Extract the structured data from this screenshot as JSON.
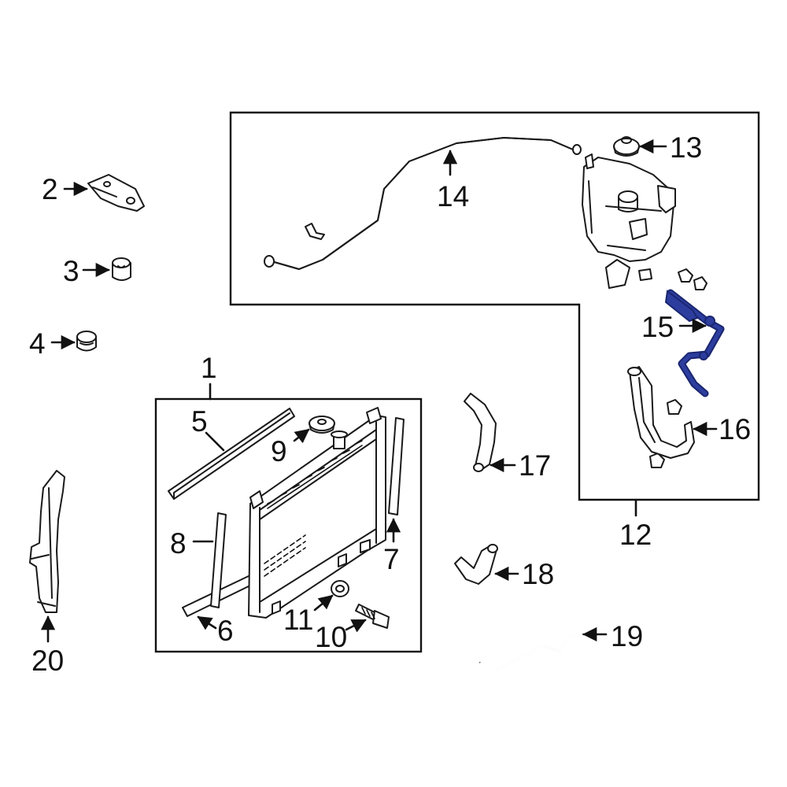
{
  "colors": {
    "line": "#111111",
    "highlight_fill": "#2c3d9e",
    "highlight_stroke": "#1a2670",
    "background": "#ffffff"
  },
  "callouts": {
    "c1": "1",
    "c2": "2",
    "c3": "3",
    "c4": "4",
    "c5": "5",
    "c6": "6",
    "c7": "7",
    "c8": "8",
    "c9": "9",
    "c10": "10",
    "c11": "11",
    "c12": "12",
    "c13": "13",
    "c14": "14",
    "c15": "15",
    "c16": "16",
    "c17": "17",
    "c18": "18",
    "c19": "19",
    "c20": "20"
  },
  "highlighted_part": "15"
}
